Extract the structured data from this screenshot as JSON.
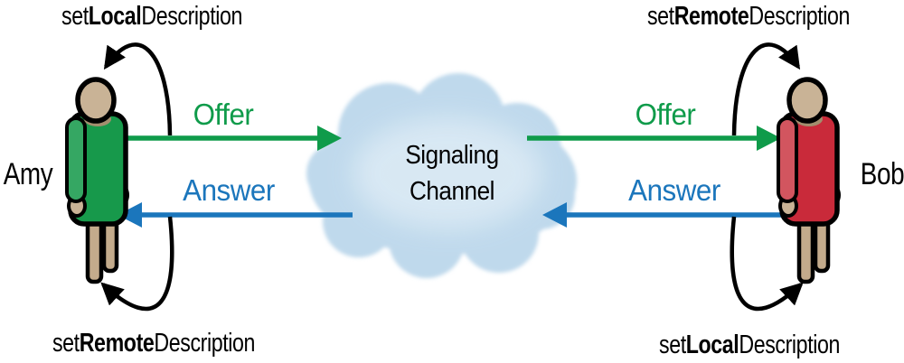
{
  "peers": {
    "left": {
      "name": "Amy",
      "top_callback": {
        "pre": "set",
        "emph": "Local",
        "post": "Description"
      },
      "bottom_callback": {
        "pre": "set",
        "emph": "Remote",
        "post": "Description"
      }
    },
    "right": {
      "name": "Bob",
      "top_callback": {
        "pre": "set",
        "emph": "Remote",
        "post": "Description"
      },
      "bottom_callback": {
        "pre": "set",
        "emph": "Local",
        "post": "Description"
      }
    }
  },
  "cloud": {
    "label_line1": "Signaling",
    "label_line2": "Channel"
  },
  "messages": {
    "offer": "Offer",
    "answer": "Answer"
  },
  "colors": {
    "offer_arrow": "#0f9b4a",
    "answer_arrow": "#1b76bc",
    "cloud_fill": "#bfd9ec",
    "skin": "#c9b396",
    "leg_skin": "#c3ab8c",
    "dress_left": "#17994b",
    "dress_left_arm": "#35a763",
    "dress_right": "#c92a3a",
    "dress_right_arm": "#d2555f",
    "outline": "#000000"
  }
}
